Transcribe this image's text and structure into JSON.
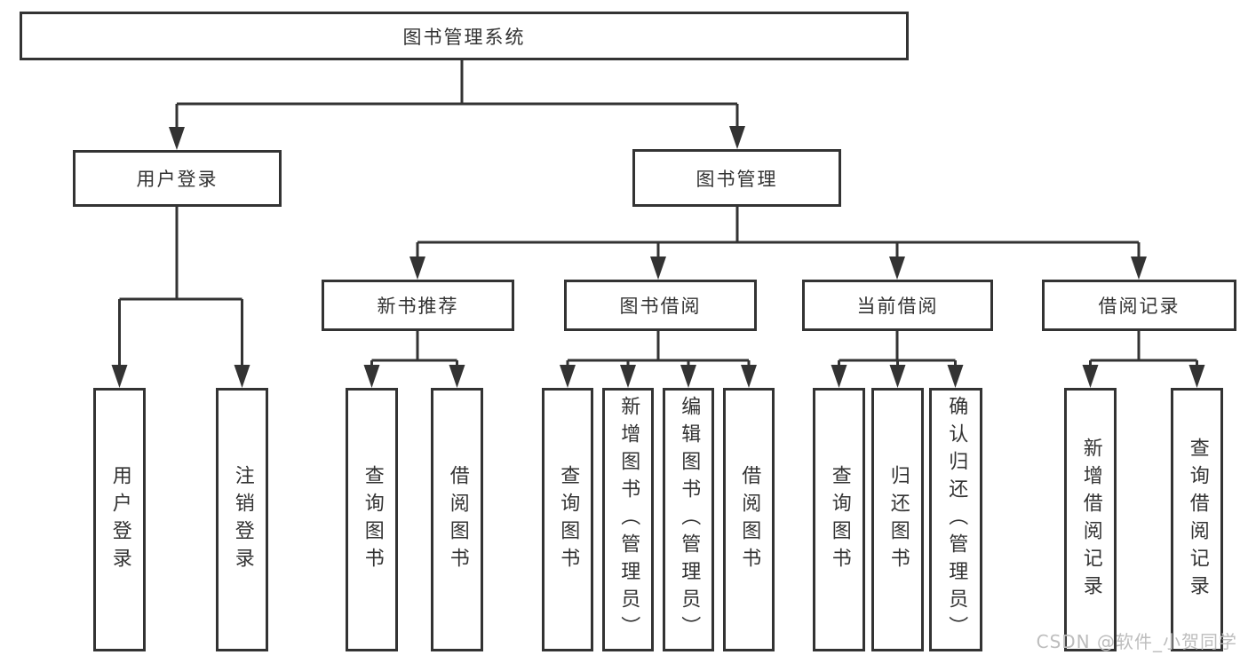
{
  "diagram": {
    "root": {
      "label": "图书管理系统"
    },
    "level1": {
      "user_login": {
        "label": "用户登录"
      },
      "book_management": {
        "label": "图书管理"
      }
    },
    "level2": {
      "new_book_recommend": {
        "label": "新书推荐"
      },
      "book_borrow": {
        "label": "图书借阅"
      },
      "current_borrow": {
        "label": "当前借阅"
      },
      "borrow_records": {
        "label": "借阅记录"
      }
    },
    "leaves": {
      "login": [
        "用户登录",
        "注销登录"
      ],
      "recommend": [
        "查询图书",
        "借阅图书"
      ],
      "borrow": [
        "查询图书",
        "新增图书（管理员）",
        "编辑图书（管理员）",
        "借阅图书"
      ],
      "current": [
        "查询图书",
        "归还图书",
        "确认归还（管理员）"
      ],
      "records": [
        "新增借阅记录",
        "查询借阅记录"
      ]
    }
  },
  "watermark": {
    "text": "CSDN @软件_小贺同学"
  },
  "colors": {
    "line": "#333333",
    "text": "#333333",
    "watermark": "#bdbdbd",
    "background": "#ffffff"
  }
}
